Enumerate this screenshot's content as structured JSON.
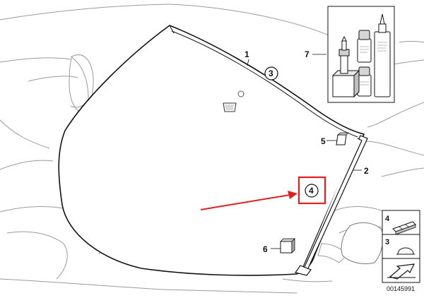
{
  "diagram": {
    "callouts": {
      "windscreen": "1",
      "moulding": "2",
      "sensor_circle": "3",
      "highlighted_circle": "4",
      "clip": "5",
      "block": "6",
      "repair_kit": "7"
    },
    "legend": {
      "row_clip": "4",
      "row_cap": "3"
    },
    "document_number": "00145991",
    "highlight": {
      "box_color": "#e02020",
      "arrow_color": "#e02020"
    }
  }
}
